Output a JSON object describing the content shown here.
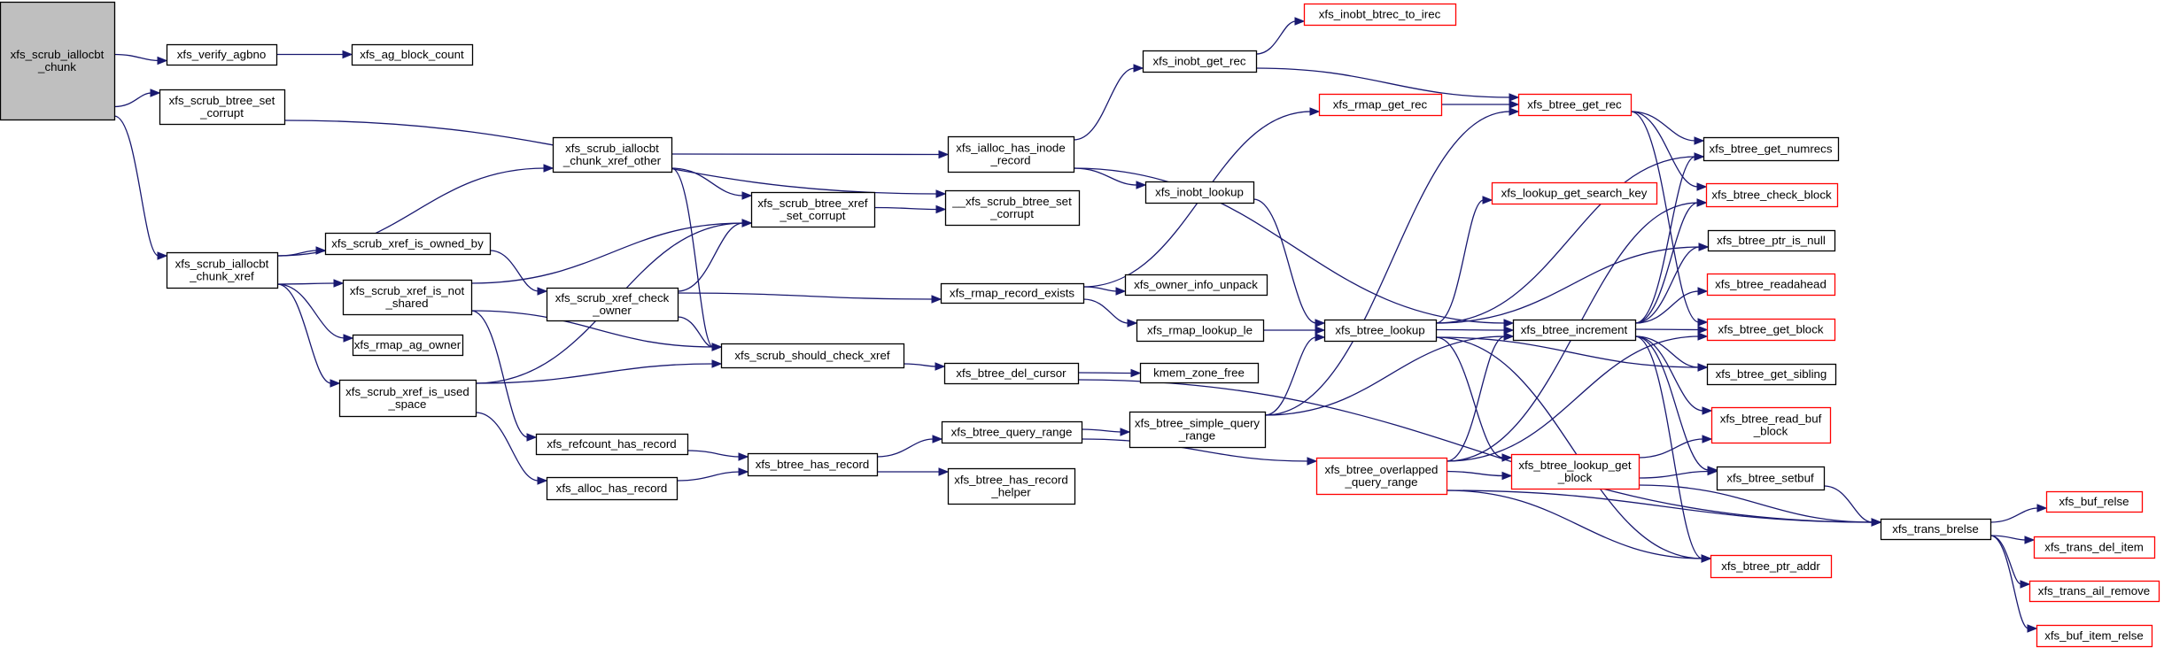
{
  "diagram": {
    "type": "call-graph",
    "colors": {
      "edge": "#191970",
      "normal_border": "#000000",
      "truncated_border": "#ff0000",
      "root_fill": "#bfbfbf"
    },
    "nodes": [
      {
        "id": "root",
        "lines": [
          "xfs_scrub_iallocbt",
          "_chunk"
        ],
        "style": "root"
      },
      {
        "id": "verify_agbno",
        "lines": [
          "xfs_verify_agbno"
        ],
        "style": "normal"
      },
      {
        "id": "ag_block_count",
        "lines": [
          "xfs_ag_block_count"
        ],
        "style": "normal"
      },
      {
        "id": "btree_set_corrupt",
        "lines": [
          "xfs_scrub_btree_set",
          "_corrupt"
        ],
        "style": "normal"
      },
      {
        "id": "chunk_xref",
        "lines": [
          "xfs_scrub_iallocbt",
          "_chunk_xref"
        ],
        "style": "normal"
      },
      {
        "id": "chunk_xref_other",
        "lines": [
          "xfs_scrub_iallocbt",
          "_chunk_xref_other"
        ],
        "style": "normal"
      },
      {
        "id": "xref_is_owned_by",
        "lines": [
          "xfs_scrub_xref_is_owned_by"
        ],
        "style": "normal"
      },
      {
        "id": "xref_is_not_shared",
        "lines": [
          "xfs_scrub_xref_is_not",
          "_shared"
        ],
        "style": "normal"
      },
      {
        "id": "rmap_ag_owner",
        "lines": [
          "xfs_rmap_ag_owner"
        ],
        "style": "normal"
      },
      {
        "id": "xref_is_used_space",
        "lines": [
          "xfs_scrub_xref_is_used",
          "_space"
        ],
        "style": "normal"
      },
      {
        "id": "btree_xref_set_corrupt",
        "lines": [
          "xfs_scrub_btree_xref",
          "_set_corrupt"
        ],
        "style": "normal"
      },
      {
        "id": "xref_check_owner",
        "lines": [
          "xfs_scrub_xref_check",
          "_owner"
        ],
        "style": "normal"
      },
      {
        "id": "should_check_xref",
        "lines": [
          "xfs_scrub_should_check_xref"
        ],
        "style": "normal"
      },
      {
        "id": "refcount_has_record",
        "lines": [
          "xfs_refcount_has_record"
        ],
        "style": "normal"
      },
      {
        "id": "alloc_has_record",
        "lines": [
          "xfs_alloc_has_record"
        ],
        "style": "normal"
      },
      {
        "id": "__btree_set_corrupt",
        "lines": [
          "__xfs_scrub_btree_set",
          "_corrupt"
        ],
        "style": "normal"
      },
      {
        "id": "btree_has_record",
        "lines": [
          "xfs_btree_has_record"
        ],
        "style": "normal"
      },
      {
        "id": "ialloc_has_inode_record",
        "lines": [
          "xfs_ialloc_has_inode",
          "_record"
        ],
        "style": "normal"
      },
      {
        "id": "rmap_record_exists",
        "lines": [
          "xfs_rmap_record_exists"
        ],
        "style": "normal"
      },
      {
        "id": "btree_del_cursor",
        "lines": [
          "xfs_btree_del_cursor"
        ],
        "style": "normal"
      },
      {
        "id": "btree_query_range",
        "lines": [
          "xfs_btree_query_range"
        ],
        "style": "normal"
      },
      {
        "id": "btree_has_record_helper",
        "lines": [
          "xfs_btree_has_record",
          "_helper"
        ],
        "style": "normal"
      },
      {
        "id": "inobt_get_rec",
        "lines": [
          "xfs_inobt_get_rec"
        ],
        "style": "normal"
      },
      {
        "id": "inobt_lookup",
        "lines": [
          "xfs_inobt_lookup"
        ],
        "style": "normal"
      },
      {
        "id": "owner_info_unpack",
        "lines": [
          "xfs_owner_info_unpack"
        ],
        "style": "normal"
      },
      {
        "id": "rmap_lookup_le",
        "lines": [
          "xfs_rmap_lookup_le"
        ],
        "style": "normal"
      },
      {
        "id": "kmem_zone_free",
        "lines": [
          "kmem_zone_free"
        ],
        "style": "normal"
      },
      {
        "id": "btree_simple_query_range",
        "lines": [
          "xfs_btree_simple_query",
          "_range"
        ],
        "style": "normal"
      },
      {
        "id": "inobt_btrec_to_irec",
        "lines": [
          "xfs_inobt_btrec_to_irec"
        ],
        "style": "truncated"
      },
      {
        "id": "rmap_get_rec",
        "lines": [
          "xfs_rmap_get_rec"
        ],
        "style": "truncated"
      },
      {
        "id": "btree_lookup",
        "lines": [
          "xfs_btree_lookup"
        ],
        "style": "normal"
      },
      {
        "id": "btree_overlapped_query_range",
        "lines": [
          "xfs_btree_overlapped",
          "_query_range"
        ],
        "style": "truncated"
      },
      {
        "id": "btree_get_rec",
        "lines": [
          "xfs_btree_get_rec"
        ],
        "style": "truncated"
      },
      {
        "id": "lookup_get_search_key",
        "lines": [
          "xfs_lookup_get_search_key"
        ],
        "style": "truncated"
      },
      {
        "id": "btree_increment",
        "lines": [
          "xfs_btree_increment"
        ],
        "style": "normal"
      },
      {
        "id": "btree_lookup_get_block",
        "lines": [
          "xfs_btree_lookup_get",
          "_block"
        ],
        "style": "truncated"
      },
      {
        "id": "btree_get_numrecs",
        "lines": [
          "xfs_btree_get_numrecs"
        ],
        "style": "normal"
      },
      {
        "id": "btree_check_block",
        "lines": [
          "xfs_btree_check_block"
        ],
        "style": "truncated"
      },
      {
        "id": "btree_ptr_is_null",
        "lines": [
          "xfs_btree_ptr_is_null"
        ],
        "style": "normal"
      },
      {
        "id": "btree_readahead",
        "lines": [
          "xfs_btree_readahead"
        ],
        "style": "truncated"
      },
      {
        "id": "btree_get_block",
        "lines": [
          "xfs_btree_get_block"
        ],
        "style": "truncated"
      },
      {
        "id": "btree_get_sibling",
        "lines": [
          "xfs_btree_get_sibling"
        ],
        "style": "normal"
      },
      {
        "id": "btree_read_buf_block",
        "lines": [
          "xfs_btree_read_buf",
          "_block"
        ],
        "style": "truncated"
      },
      {
        "id": "btree_setbuf",
        "lines": [
          "xfs_btree_setbuf"
        ],
        "style": "normal"
      },
      {
        "id": "btree_ptr_addr",
        "lines": [
          "xfs_btree_ptr_addr"
        ],
        "style": "truncated"
      },
      {
        "id": "trans_brelse",
        "lines": [
          "xfs_trans_brelse"
        ],
        "style": "normal"
      },
      {
        "id": "buf_relse",
        "lines": [
          "xfs_buf_relse"
        ],
        "style": "truncated"
      },
      {
        "id": "trans_del_item",
        "lines": [
          "xfs_trans_del_item"
        ],
        "style": "truncated"
      },
      {
        "id": "trans_ail_remove",
        "lines": [
          "xfs_trans_ail_remove"
        ],
        "style": "truncated"
      },
      {
        "id": "buf_item_relse",
        "lines": [
          "xfs_buf_item_relse"
        ],
        "style": "truncated"
      }
    ],
    "edges": [
      [
        "root",
        "verify_agbno"
      ],
      [
        "root",
        "btree_set_corrupt"
      ],
      [
        "root",
        "chunk_xref"
      ],
      [
        "verify_agbno",
        "ag_block_count"
      ],
      [
        "btree_set_corrupt",
        "__btree_set_corrupt"
      ],
      [
        "chunk_xref",
        "chunk_xref_other"
      ],
      [
        "chunk_xref",
        "xref_is_owned_by"
      ],
      [
        "chunk_xref",
        "xref_is_not_shared"
      ],
      [
        "chunk_xref",
        "rmap_ag_owner"
      ],
      [
        "chunk_xref",
        "xref_is_used_space"
      ],
      [
        "chunk_xref_other",
        "ialloc_has_inode_record"
      ],
      [
        "chunk_xref_other",
        "btree_xref_set_corrupt"
      ],
      [
        "chunk_xref_other",
        "should_check_xref"
      ],
      [
        "xref_is_owned_by",
        "xref_check_owner"
      ],
      [
        "xref_is_not_shared",
        "btree_xref_set_corrupt"
      ],
      [
        "xref_is_not_shared",
        "should_check_xref"
      ],
      [
        "xref_is_not_shared",
        "refcount_has_record"
      ],
      [
        "xref_is_used_space",
        "btree_xref_set_corrupt"
      ],
      [
        "xref_is_used_space",
        "should_check_xref"
      ],
      [
        "xref_is_used_space",
        "alloc_has_record"
      ],
      [
        "btree_xref_set_corrupt",
        "__btree_set_corrupt"
      ],
      [
        "xref_check_owner",
        "btree_xref_set_corrupt"
      ],
      [
        "xref_check_owner",
        "should_check_xref"
      ],
      [
        "xref_check_owner",
        "rmap_record_exists"
      ],
      [
        "should_check_xref",
        "btree_del_cursor"
      ],
      [
        "refcount_has_record",
        "btree_has_record"
      ],
      [
        "alloc_has_record",
        "btree_has_record"
      ],
      [
        "btree_has_record",
        "btree_query_range"
      ],
      [
        "btree_has_record",
        "btree_has_record_helper"
      ],
      [
        "ialloc_has_inode_record",
        "inobt_get_rec"
      ],
      [
        "ialloc_has_inode_record",
        "inobt_lookup"
      ],
      [
        "ialloc_has_inode_record",
        "btree_increment"
      ],
      [
        "rmap_record_exists",
        "rmap_get_rec"
      ],
      [
        "rmap_record_exists",
        "owner_info_unpack"
      ],
      [
        "rmap_record_exists",
        "rmap_lookup_le"
      ],
      [
        "btree_del_cursor",
        "kmem_zone_free"
      ],
      [
        "btree_del_cursor",
        "trans_brelse"
      ],
      [
        "btree_query_range",
        "btree_simple_query_range"
      ],
      [
        "btree_query_range",
        "btree_overlapped_query_range"
      ],
      [
        "inobt_get_rec",
        "inobt_btrec_to_irec"
      ],
      [
        "inobt_get_rec",
        "btree_get_rec"
      ],
      [
        "inobt_lookup",
        "btree_lookup"
      ],
      [
        "rmap_lookup_le",
        "btree_lookup"
      ],
      [
        "btree_simple_query_range",
        "btree_get_rec"
      ],
      [
        "btree_simple_query_range",
        "btree_lookup"
      ],
      [
        "btree_simple_query_range",
        "btree_increment"
      ],
      [
        "rmap_get_rec",
        "btree_get_rec"
      ],
      [
        "btree_lookup",
        "lookup_get_search_key"
      ],
      [
        "btree_lookup",
        "btree_increment"
      ],
      [
        "btree_lookup",
        "btree_get_numrecs"
      ],
      [
        "btree_lookup",
        "btree_ptr_is_null"
      ],
      [
        "btree_lookup",
        "btree_get_sibling"
      ],
      [
        "btree_lookup",
        "btree_lookup_get_block"
      ],
      [
        "btree_lookup",
        "btree_ptr_addr"
      ],
      [
        "btree_overlapped_query_range",
        "btree_get_block"
      ],
      [
        "btree_overlapped_query_range",
        "btree_increment"
      ],
      [
        "btree_overlapped_query_range",
        "btree_lookup_get_block"
      ],
      [
        "btree_overlapped_query_range",
        "btree_ptr_addr"
      ],
      [
        "btree_overlapped_query_range",
        "trans_brelse"
      ],
      [
        "btree_overlapped_query_range",
        "btree_check_block"
      ],
      [
        "btree_get_rec",
        "btree_get_numrecs"
      ],
      [
        "btree_get_rec",
        "btree_check_block"
      ],
      [
        "btree_get_rec",
        "btree_get_block"
      ],
      [
        "btree_increment",
        "btree_get_numrecs"
      ],
      [
        "btree_increment",
        "btree_check_block"
      ],
      [
        "btree_increment",
        "btree_ptr_is_null"
      ],
      [
        "btree_increment",
        "btree_readahead"
      ],
      [
        "btree_increment",
        "btree_get_block"
      ],
      [
        "btree_increment",
        "btree_get_sibling"
      ],
      [
        "btree_increment",
        "btree_read_buf_block"
      ],
      [
        "btree_increment",
        "btree_setbuf"
      ],
      [
        "btree_increment",
        "btree_ptr_addr"
      ],
      [
        "btree_lookup_get_block",
        "btree_read_buf_block"
      ],
      [
        "btree_lookup_get_block",
        "btree_setbuf"
      ],
      [
        "btree_lookup_get_block",
        "trans_brelse"
      ],
      [
        "btree_setbuf",
        "trans_brelse"
      ],
      [
        "trans_brelse",
        "buf_relse"
      ],
      [
        "trans_brelse",
        "trans_del_item"
      ],
      [
        "trans_brelse",
        "trans_ail_remove"
      ],
      [
        "trans_brelse",
        "buf_item_relse"
      ]
    ]
  }
}
